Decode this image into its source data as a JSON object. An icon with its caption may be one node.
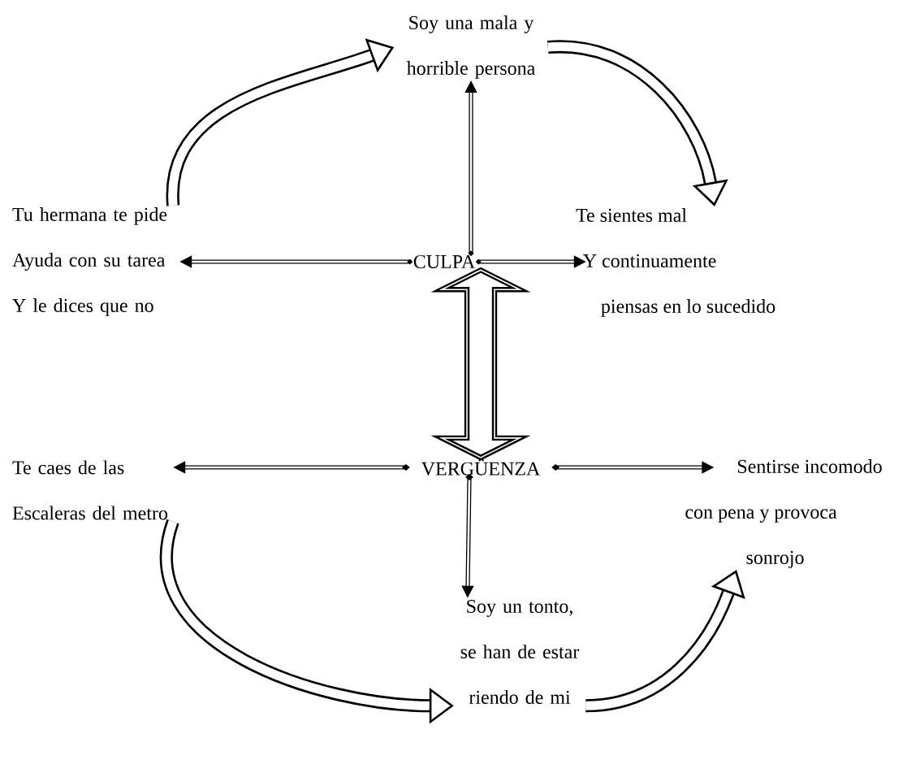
{
  "diagram": {
    "nodes": [
      {
        "text": [
          "CULPA"
        ]
      },
      {
        "text": [
          "Soy una mala y horrible persona"
        ]
      },
      {
        "text": [
          "Te sientes mal Y continuamente piensas en lo sucedido"
        ]
      },
      {
        "text": [
          "Tu hermana te pide Ayuda con su tarea Y le dices que no"
        ]
      },
      {
        "text": [
          "VERGÜENZA"
        ]
      },
      {
        "text": [
          "Te caes de las Escaleras del metro"
        ]
      },
      {
        "text": [
          "Sentirse incomodo con pena y provoca sonrojo"
        ]
      },
      {
        "text": [
          "Soy un tonto, se han de estar riendo de mi"
        ]
      }
    ],
    "edges": [
      {
        "from": 0,
        "to": 1,
        "arrow": "to"
      },
      {
        "from": 0,
        "to": 3,
        "arrow": "to"
      },
      {
        "from": 0,
        "to": 2,
        "arrow": "to"
      },
      {
        "from": 0,
        "to": 4,
        "arrow": "both",
        "style": "thick"
      },
      {
        "from": 4,
        "to": 5,
        "arrow": "to"
      },
      {
        "from": 4,
        "to": 6,
        "arrow": "to"
      },
      {
        "from": 4,
        "to": 7,
        "arrow": "to"
      },
      {
        "from": 3,
        "to": 1,
        "arrow": "to",
        "style": "thick"
      },
      {
        "from": 1,
        "to": 2,
        "arrow": "to",
        "style": "thick"
      },
      {
        "from": 5,
        "to": 7,
        "arrow": "to",
        "style": "thick"
      },
      {
        "from": 7,
        "to": 6,
        "arrow": "to",
        "style": "thick"
      }
    ]
  }
}
